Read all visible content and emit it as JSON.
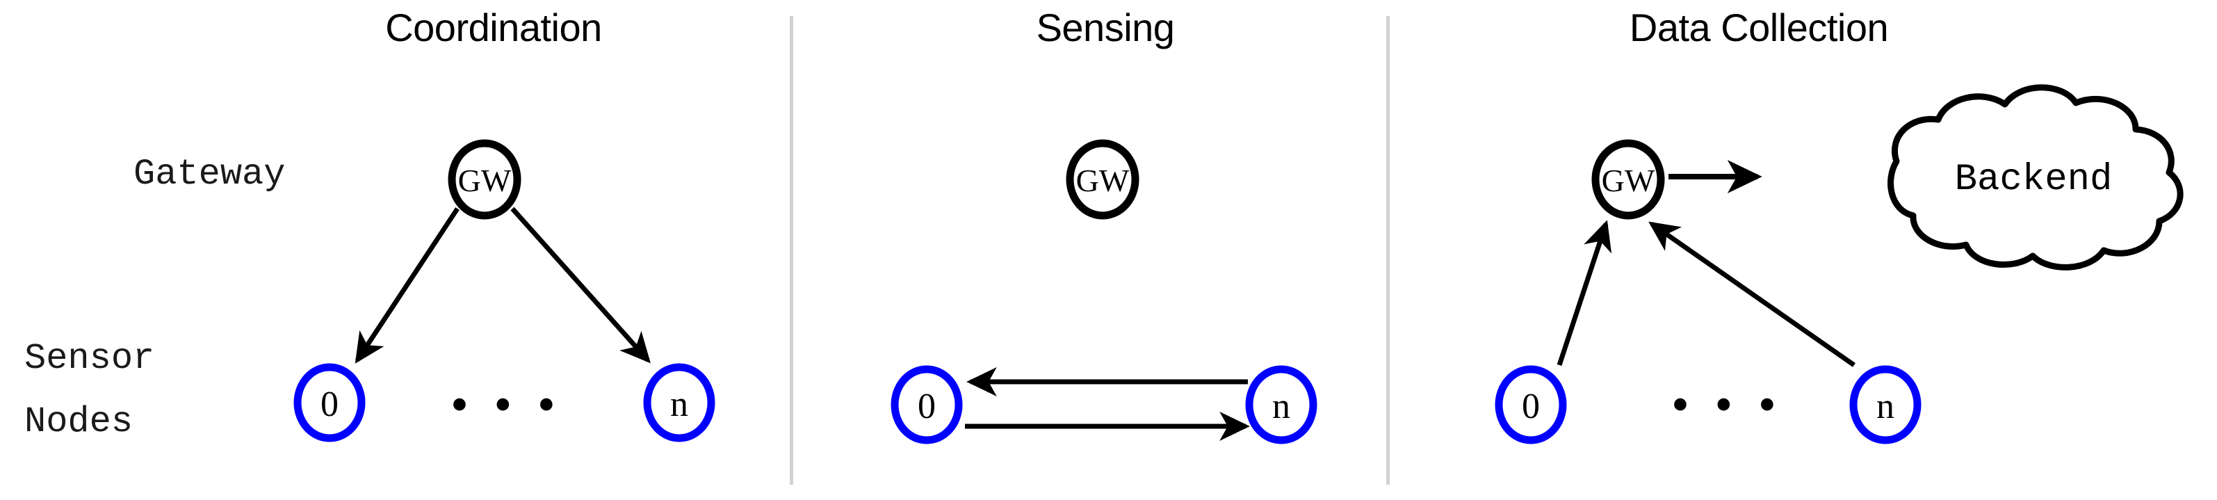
{
  "figure": {
    "background_color": "#ffffff",
    "divider_color": "#d2d2d2",
    "gateway_node_color": "#000000",
    "sensor_node_color": "#0000ff",
    "arrow_color": "#000000",
    "cloud_color": "#000000"
  },
  "row_labels": {
    "gateway": "Gateway",
    "sensor_nodes_line1": "Sensor",
    "sensor_nodes_line2": "Nodes"
  },
  "panels": [
    {
      "id": "coordination",
      "title": "Coordination",
      "gateway_label": "GW",
      "sensor_first_label": "0",
      "sensor_last_label": "n",
      "ellipsis": "• • •",
      "arrows": [
        {
          "name": "gateway-to-sensor-0",
          "from": "GW",
          "to": "0",
          "direction": "down-left"
        },
        {
          "name": "gateway-to-sensor-n",
          "from": "GW",
          "to": "n",
          "direction": "down-right"
        }
      ]
    },
    {
      "id": "sensing",
      "title": "Sensing",
      "gateway_label": "GW",
      "sensor_first_label": "0",
      "sensor_last_label": "n",
      "ellipsis": "",
      "arrows": [
        {
          "name": "sensor-n-to-sensor-0",
          "from": "n",
          "to": "0",
          "direction": "left"
        },
        {
          "name": "sensor-0-to-sensor-n",
          "from": "0",
          "to": "n",
          "direction": "right"
        }
      ]
    },
    {
      "id": "data-collection",
      "title": "Data Collection",
      "gateway_label": "GW",
      "sensor_first_label": "0",
      "sensor_last_label": "n",
      "ellipsis": "• • •",
      "cloud_label": "Backend",
      "arrows": [
        {
          "name": "sensor-0-to-gateway",
          "from": "0",
          "to": "GW",
          "direction": "up-right"
        },
        {
          "name": "sensor-n-to-gateway",
          "from": "n",
          "to": "GW",
          "direction": "up-left"
        },
        {
          "name": "gateway-to-backend",
          "from": "GW",
          "to": "Backend",
          "direction": "right"
        }
      ]
    }
  ]
}
